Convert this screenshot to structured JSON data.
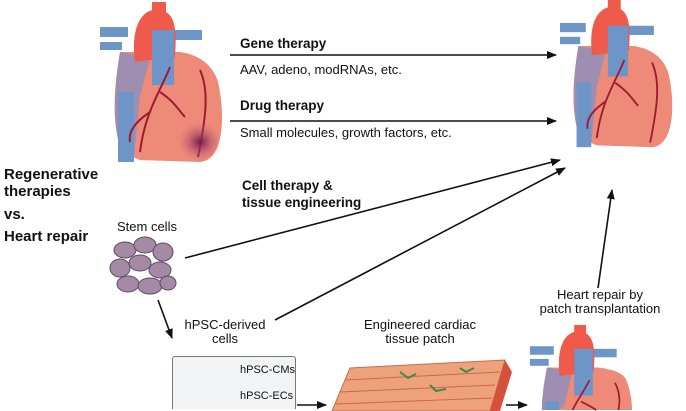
{
  "title_lines": [
    "Regenerative",
    "therapies",
    "vs.",
    "Heart repair"
  ],
  "gene_therapy": {
    "title": "Gene therapy",
    "detail": "AAV, adeno, modRNAs, etc."
  },
  "drug_therapy": {
    "title": "Drug therapy",
    "detail": "Small molecules, growth factors, etc."
  },
  "cell_therapy": {
    "line1": "Cell therapy &",
    "line2": "tissue engineering"
  },
  "stem_cells": "Stem cells",
  "hpsc_derived": {
    "line1": "hPSC-derived",
    "line2": "cells"
  },
  "cell_types": [
    "hPSC-CMs",
    "hPSC-ECs"
  ],
  "patch": {
    "line1": "Engineered cardiac",
    "line2": "tissue patch"
  },
  "patch_repair": {
    "line1": "Heart repair by",
    "line2": "patch transplantation"
  },
  "colors": {
    "heart": "#ee8a78",
    "aorta": "#ef5a4a",
    "vein": "#6d95c8",
    "vessel": "#9c1b2e",
    "stem_cell": "#a58aa6",
    "patch": "#eea27c"
  }
}
